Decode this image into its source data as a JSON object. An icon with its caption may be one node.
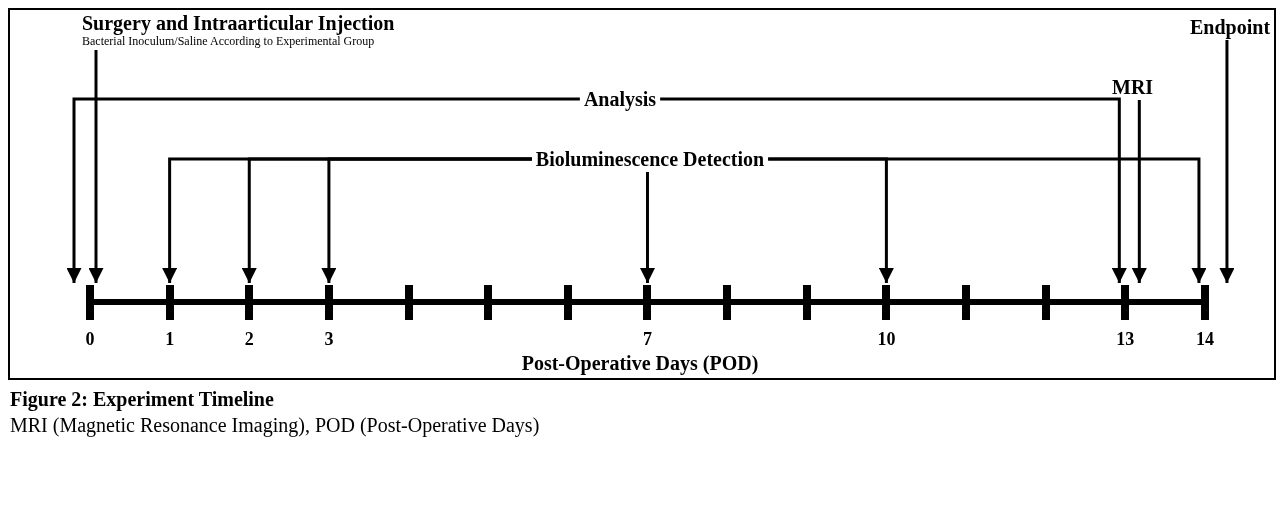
{
  "diagram": {
    "title": "Figure 2: Experiment Timeline",
    "caption": "MRI (Magnetic Resonance Imaging), POD (Post-Operative Days)",
    "nodes": [
      {
        "text": [
          "Surgery and Intraarticular Injection",
          "Bacterial Inoculum/Saline According to Experimental Group"
        ]
      },
      {
        "text": [
          "Analysis"
        ]
      },
      {
        "text": [
          "Bioluminescence Detection"
        ]
      },
      {
        "text": [
          "MRI"
        ]
      },
      {
        "text": [
          "Endpoint"
        ]
      },
      {
        "text": [],
        "shape": "bar",
        "beside": [
          "0"
        ]
      },
      {
        "text": [],
        "shape": "bar",
        "beside": [
          "1"
        ]
      },
      {
        "text": [],
        "shape": "bar",
        "beside": [
          "2"
        ]
      },
      {
        "text": [],
        "shape": "bar",
        "beside": [
          "3"
        ]
      },
      {
        "text": [],
        "shape": "bar",
        "beside": [
          "7"
        ]
      },
      {
        "text": [],
        "shape": "bar",
        "beside": [
          "10"
        ]
      },
      {
        "text": [],
        "shape": "bar",
        "beside": [
          "13"
        ]
      },
      {
        "text": [],
        "shape": "bar",
        "beside": [
          "14"
        ]
      }
    ],
    "edges": [
      {
        "from": 0,
        "to": 5,
        "arrow": "to"
      },
      {
        "from": 1,
        "to": 5,
        "arrow": "to"
      },
      {
        "from": 1,
        "to": 11,
        "arrow": "to"
      },
      {
        "from": 2,
        "to": 6,
        "arrow": "to"
      },
      {
        "from": 2,
        "to": 7,
        "arrow": "to"
      },
      {
        "from": 2,
        "to": 8,
        "arrow": "to"
      },
      {
        "from": 2,
        "to": 9,
        "arrow": "to"
      },
      {
        "from": 2,
        "to": 10,
        "arrow": "to"
      },
      {
        "from": 2,
        "to": 12,
        "arrow": "to"
      },
      {
        "from": 3,
        "to": 11,
        "arrow": "to"
      },
      {
        "from": 4,
        "to": 12,
        "arrow": "to"
      }
    ],
    "labels": [
      "Post-Operative Days (POD)"
    ]
  }
}
